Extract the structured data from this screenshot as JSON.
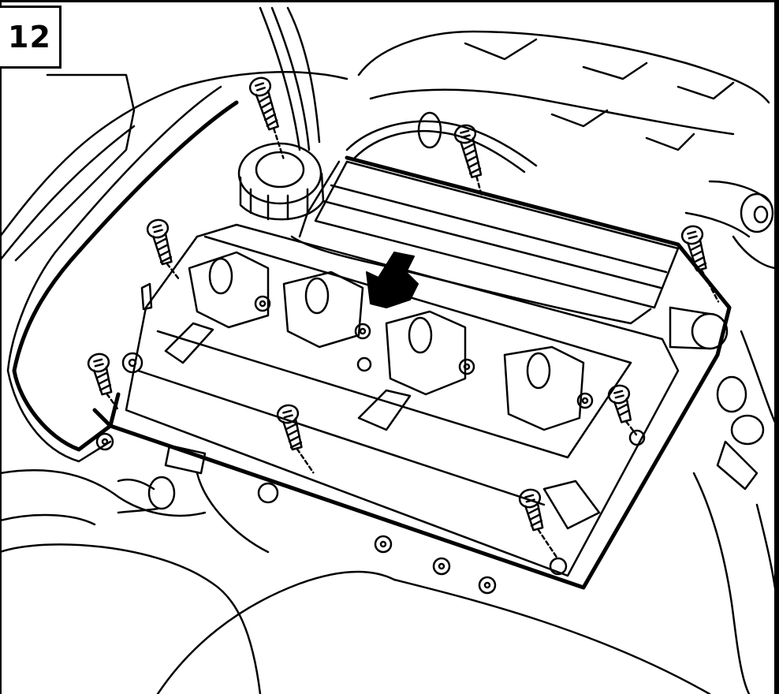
{
  "figure": {
    "step_number": "12",
    "ink_color": "#000000",
    "paper_color": "#ffffff",
    "callouts": [
      "bolt",
      "bolt",
      "bolt",
      "bolt",
      "bolt",
      "bolt",
      "bolt",
      "bolt"
    ],
    "arrow_icon": "down-left-arrow-icon"
  }
}
